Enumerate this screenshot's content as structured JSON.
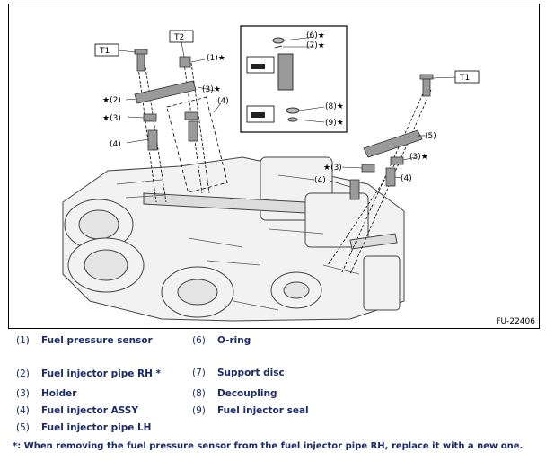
{
  "figure": {
    "id": "FU-22406",
    "callouts": {
      "t1_left": "T1",
      "t2": "T2",
      "t1_right": "T1",
      "c1": "(1)★",
      "c2": "★(2)",
      "c3_left_a": "★(3)",
      "c3_left_b": "(3)★",
      "c4_left_a": "(4)",
      "c4_left_b": "(4)",
      "c6": "(6)★",
      "c7": "(7)★",
      "c8": "(8)★",
      "c9": "(9)★",
      "c5": "(5)",
      "c3_right_a": "★(3)",
      "c3_right_b": "(3)★",
      "c4_right_a": "(4)",
      "c4_right_b": "(4)"
    }
  },
  "legend": [
    {
      "num": "(1)",
      "text": "Fuel pressure sensor"
    },
    {
      "num": "(2)",
      "text": "Fuel injector pipe RH *"
    },
    {
      "num": "(3)",
      "text": "Holder"
    },
    {
      "num": "(4)",
      "text": "Fuel injector ASSY"
    },
    {
      "num": "(5)",
      "text": "Fuel injector pipe LH"
    },
    {
      "num": "(6)",
      "text": "O-ring"
    },
    {
      "num": "(7)",
      "text": "Support disc"
    },
    {
      "num": "(8)",
      "text": "Decoupling"
    },
    {
      "num": "(9)",
      "text": "Fuel injector seal"
    }
  ],
  "footnote": "*: When removing the fuel pressure sensor from the fuel injector pipe RH, replace it with a new one."
}
